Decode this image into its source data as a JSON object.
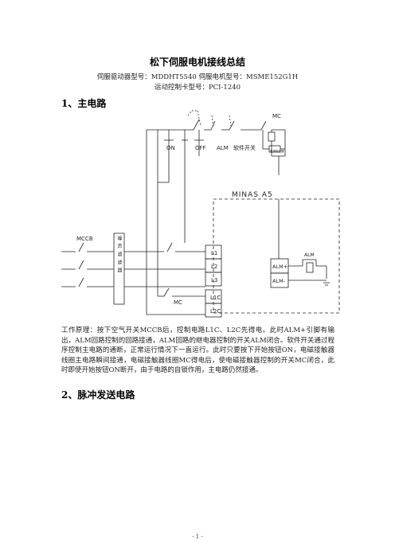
{
  "document": {
    "title": "松下伺服电机接线总结",
    "meta_line1": "伺服驱动器型号：MDDHT5540    伺服电机型号：MSME152G1H",
    "meta_line2": "运动控制卡型号：PCI-1240",
    "section1": "1、主电路",
    "paragraph": "工作原理：按下空气开关MCCB后，控制电路L1C、L2C先得电。此时ALM+引脚有输出，ALM回路控制的回路接通，ALM回路的继电器控制的开关ALM闭合。软件开关通过程序控制主电路的通断，正常运行情况下一直运行。此时只要按下开始按钮ON，电磁接触器线圈主电路瞬间接通，电磁接触器线圈MC得电后，使电磁接触器控制的开关MC闭合，此时即使开始按钮ON断开，由于电路的自锁作用，主电路仍然接通。",
    "section2": "2、脉冲发送电路",
    "page_number": "- 1 -"
  },
  "diagram": {
    "labels": {
      "on": "ON",
      "off": "OFF",
      "alm_switch": "ALM",
      "soft_switch": "软件开关",
      "mc_top": "MC",
      "suppressor": "浪涌吸收器",
      "minas": "MINAS A5",
      "mccb": "MCCB",
      "filter": "噪声滤波器",
      "l1": "L1",
      "l2": "L2",
      "l3": "L3",
      "l1c": "L1C",
      "l2c": "L2C",
      "mc_bottom": "MC",
      "alm_plus": "ALM+",
      "alm_minus": "ALM-",
      "alm_relay": "ALM"
    }
  }
}
